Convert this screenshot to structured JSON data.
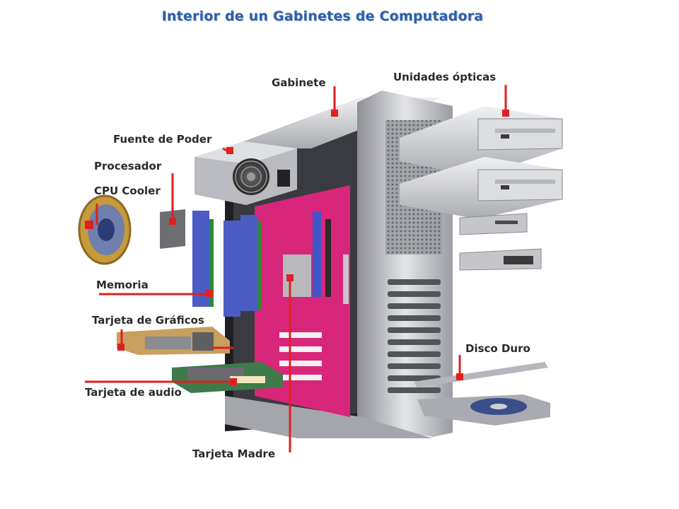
{
  "title": "Interior de un Gabinetes  de Computadora",
  "labels": {
    "gabinete": "Gabinete",
    "unidades_opticas": "Unidades ópticas",
    "fuente_de_poder": "Fuente de Poder",
    "procesador": "Procesador",
    "cpu_cooler": "CPU Cooler",
    "memoria": "Memoria",
    "tarjeta_de_graficos": "Tarjeta de Gráficos",
    "disco_duro": "Disco Duro",
    "tarjeta_de_audio": "Tarjeta de audio",
    "tarjeta_madre": "Tarjeta Madre"
  },
  "colors": {
    "title": "#2d5fa8",
    "leader_line": "#e02020",
    "case_silver": "#c9cbd0",
    "motherboard": "#d8267a",
    "memory_module": "#4b5cc4"
  }
}
